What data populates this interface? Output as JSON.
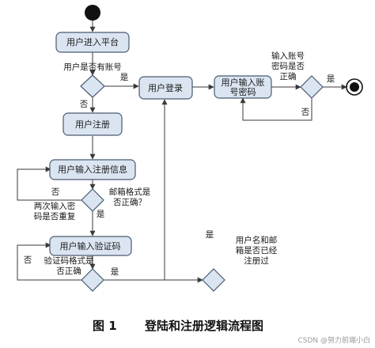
{
  "nodes": {
    "enter_platform": "用户进入平台",
    "register": "用户注册",
    "input_register_info": "用户输入注册信息",
    "input_verification_code": "用户输入验证码",
    "login": "用户登录",
    "input_account_password": [
      "用户输入账",
      "号密码"
    ]
  },
  "decisions": {
    "has_account": "用户是否有账号",
    "email_format": [
      "邮箱格式是",
      "否正确？"
    ],
    "code_format": [
      "验证码格式是",
      "否正确"
    ],
    "username_email_registered": [
      "用户名和邮",
      "箱是否已经",
      "注册过"
    ],
    "account_password_correct": [
      "输入账号",
      "密码是否",
      "正确"
    ]
  },
  "branch_labels": {
    "yes": "是",
    "no": "否"
  },
  "notes": {
    "duplicate_password": [
      "两次输入密",
      "码是否重复"
    ]
  },
  "caption": {
    "figure_number": "图 1",
    "title": "登陆和注册逻辑流程图"
  },
  "watermark": "CSDN @努力前端小白"
}
